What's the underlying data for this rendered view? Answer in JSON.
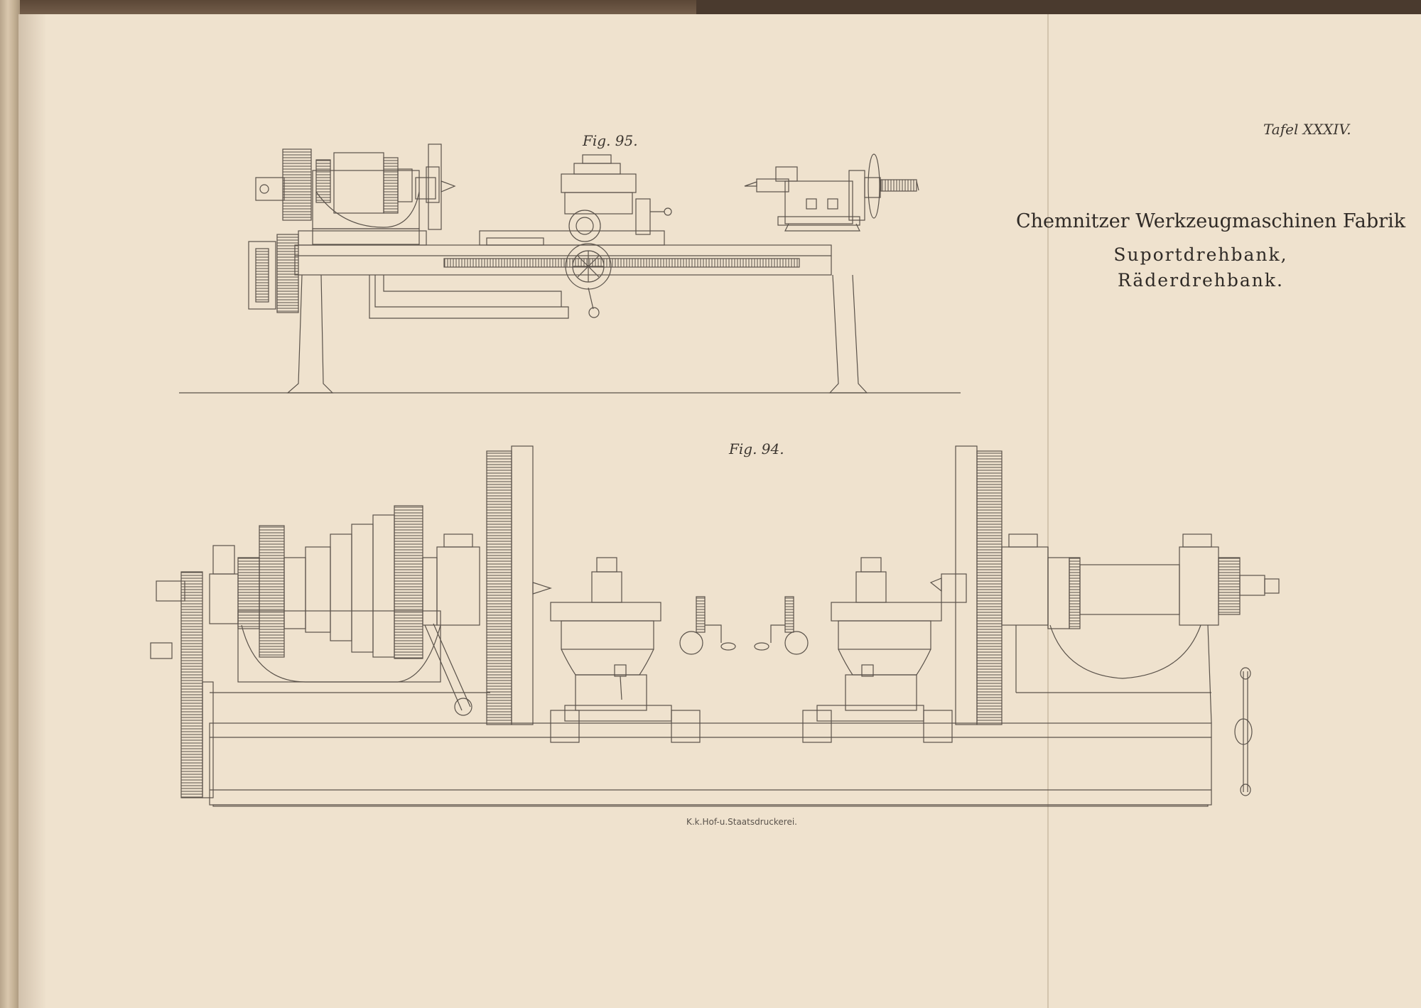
{
  "figures": {
    "top_caption": "Fig. 95.",
    "bottom_caption": "Fig. 94."
  },
  "plate": {
    "label": "Tafel XXXIV."
  },
  "title": {
    "company": "Chemnitzer Werkzeugmaschinen Fabrik",
    "line2": "Suportdrehbank,",
    "line3": "Räderdrehbank."
  },
  "imprint": {
    "printer": "K.k.Hof-u.Staatsdruckerei."
  },
  "colors": {
    "paper": "#efe2ce",
    "ink": "#5a524a"
  }
}
